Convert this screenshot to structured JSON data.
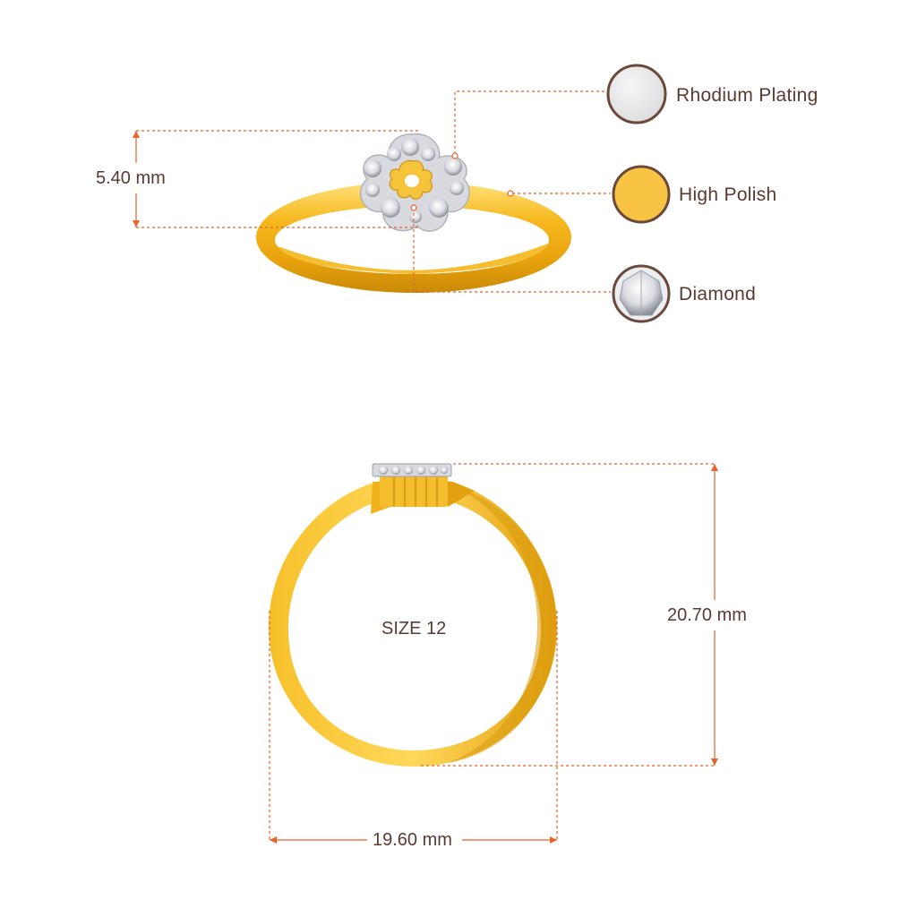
{
  "colors": {
    "dimension_line": "#e8622a",
    "label_text": "#5a3a30",
    "gold_light": "#ffd24a",
    "gold_mid": "#f2b21c",
    "gold_dark": "#c98a08",
    "rhodium": "#e8e8ea",
    "high_polish": "#f9c443",
    "swatch_ring": "#6b4a3c"
  },
  "top_view": {
    "height_dimension": "5.40 mm"
  },
  "legend": [
    {
      "id": "rhodium",
      "label": "Rhodium Plating",
      "icon": "rhodium-swatch-icon"
    },
    {
      "id": "high_polish",
      "label": "High Polish",
      "icon": "high-polish-swatch-icon"
    },
    {
      "id": "diamond",
      "label": "Diamond",
      "icon": "diamond-swatch-icon"
    }
  ],
  "front_view": {
    "size_label": "SIZE 12",
    "height_dimension": "20.70 mm",
    "width_dimension": "19.60 mm"
  }
}
